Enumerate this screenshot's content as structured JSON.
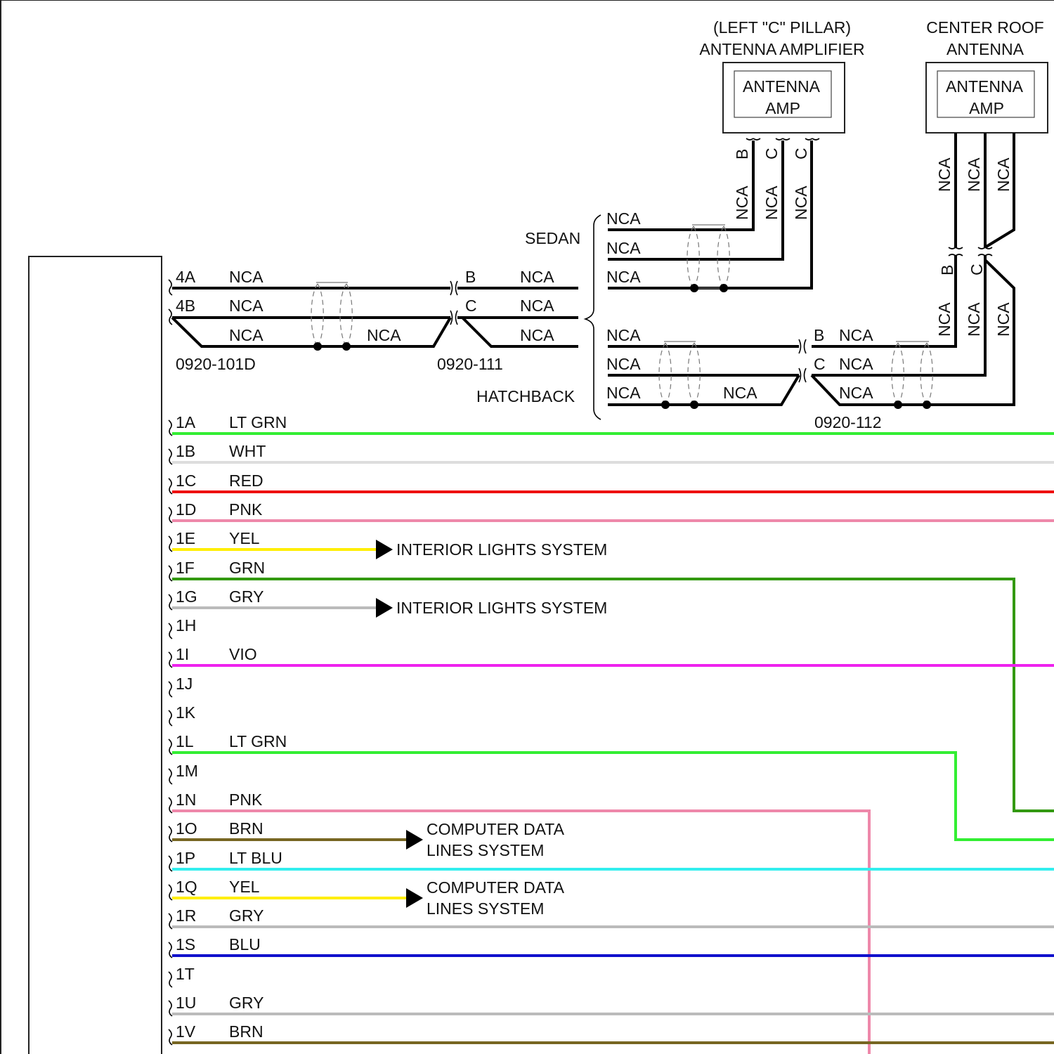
{
  "amplifier_left": {
    "caption_line1": "(LEFT \"C\" PILLAR)",
    "caption_line2": "ANTENNA AMPLIFIER",
    "box_line1": "ANTENNA",
    "box_line2": "AMP",
    "pins": [
      "B",
      "C",
      "C"
    ],
    "wire_labels": [
      "NCA",
      "NCA",
      "NCA"
    ]
  },
  "amplifier_roof": {
    "caption_line1": "CENTER ROOF",
    "caption_line2": "ANTENNA",
    "box_line1": "ANTENNA",
    "box_line2": "AMP",
    "wire_labels": [
      "NCA",
      "NCA",
      "NCA"
    ],
    "pins": [
      "B",
      "C"
    ],
    "lower_labels": [
      "NCA",
      "NCA",
      "NCA"
    ]
  },
  "variants": {
    "sedan": "SEDAN",
    "hatchback": "HATCHBACK",
    "sedan_labels": [
      "NCA",
      "NCA",
      "NCA"
    ],
    "hatch_labels": [
      "NCA",
      "NCA",
      "NCA"
    ],
    "hatch_mid_label": "NCA"
  },
  "antenna_harness": {
    "pins": [
      "4A",
      "4B"
    ],
    "labels": [
      "NCA",
      "NCA",
      "NCA"
    ],
    "mid_label": "NCA",
    "connector_101": "0920-101D",
    "connector_111": "0920-111",
    "connector_111_pins": [
      "B",
      "C"
    ],
    "connector_111_labels": [
      "NCA",
      "NCA",
      "NCA"
    ],
    "connector_112": "0920-112",
    "connector_112_pins": [
      "B",
      "C"
    ],
    "connector_112_labels": [
      "NCA",
      "NCA",
      "NCA"
    ]
  },
  "harness": [
    {
      "pin": "1A",
      "color": "LT GRN",
      "hex": "#33ee33"
    },
    {
      "pin": "1B",
      "color": "WHT",
      "hex": "#dddddd"
    },
    {
      "pin": "1C",
      "color": "RED",
      "hex": "#ee1111"
    },
    {
      "pin": "1D",
      "color": "PNK",
      "hex": "#ee88aa"
    },
    {
      "pin": "1E",
      "color": "YEL",
      "hex": "#ffee00",
      "dest": "INTERIOR LIGHTS SYSTEM"
    },
    {
      "pin": "1F",
      "color": "GRN",
      "hex": "#339911"
    },
    {
      "pin": "1G",
      "color": "GRY",
      "hex": "#bbbbbb",
      "dest": "INTERIOR LIGHTS SYSTEM"
    },
    {
      "pin": "1H",
      "color": ""
    },
    {
      "pin": "1I",
      "color": "VIO",
      "hex": "#ee22ee"
    },
    {
      "pin": "1J",
      "color": ""
    },
    {
      "pin": "1K",
      "color": ""
    },
    {
      "pin": "1L",
      "color": "LT GRN",
      "hex": "#33ee33"
    },
    {
      "pin": "1M",
      "color": ""
    },
    {
      "pin": "1N",
      "color": "PNK",
      "hex": "#ee88aa"
    },
    {
      "pin": "1O",
      "color": "BRN",
      "hex": "#776622",
      "dest_line1": "COMPUTER DATA",
      "dest_line2": "LINES SYSTEM"
    },
    {
      "pin": "1P",
      "color": "LT BLU",
      "hex": "#33eeee"
    },
    {
      "pin": "1Q",
      "color": "YEL",
      "hex": "#ffee00",
      "dest_line1": "COMPUTER DATA",
      "dest_line2": "LINES SYSTEM"
    },
    {
      "pin": "1R",
      "color": "GRY",
      "hex": "#bbbbbb"
    },
    {
      "pin": "1S",
      "color": "BLU",
      "hex": "#1111cc"
    },
    {
      "pin": "1T",
      "color": ""
    },
    {
      "pin": "1U",
      "color": "GRY",
      "hex": "#bbbbbb"
    },
    {
      "pin": "1V",
      "color": "BRN",
      "hex": "#776622"
    }
  ]
}
